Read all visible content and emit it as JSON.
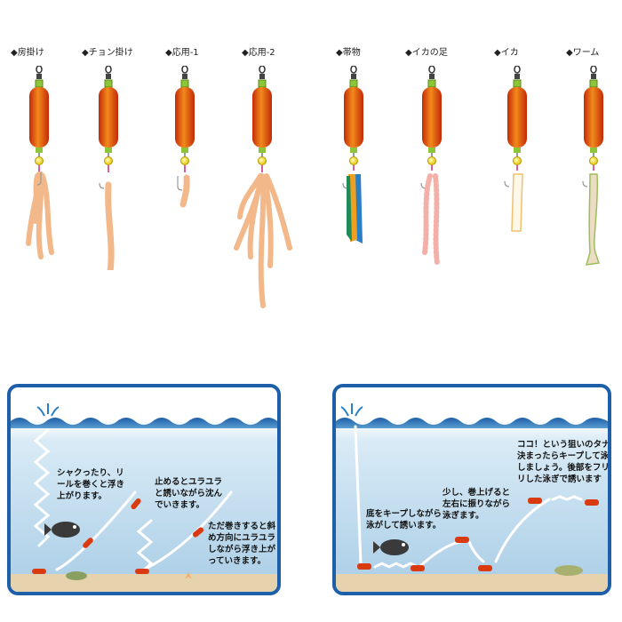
{
  "rigs": [
    {
      "id": "kuchi",
      "label": "◆房掛け"
    },
    {
      "id": "chon",
      "label": "◆チョン掛け"
    },
    {
      "id": "oyo1",
      "label": "◆応用-1"
    },
    {
      "id": "oyo2",
      "label": "◆応用-2"
    },
    {
      "id": "obimono",
      "label": "◆帯物"
    },
    {
      "id": "ikaashi",
      "label": "◆イカの足"
    },
    {
      "id": "ika",
      "label": "◆イカ"
    },
    {
      "id": "worm",
      "label": "◆ワーム"
    }
  ],
  "panel_left": {
    "text1": "シャクったり、リ\nールを巻くと浮き\n上がります。",
    "text2": "止めるとユラユラ\nと誘いながら沈ん\nでいきます。",
    "text3": "ただ巻きすると斜\nめ方向にユラユラ\nしながら浮き上が\nっていきます。"
  },
  "panel_right": {
    "text1": "底をキープしながら\n泳がして誘います。",
    "text2": "少し、巻上げると\n左右に振りながら\n泳ぎます。",
    "text3": "ココ！という狙いのタナが\n決まったらキープして泳が\nしましょう。後部をフリフ\nリした泳ぎで誘います"
  },
  "colors": {
    "float_red": "#d93a10",
    "float_orange": "#f07a14",
    "frame_blue": "#1d5fa8",
    "bait_tan": "#f3b88a",
    "seabed": "#e6d3ae"
  }
}
